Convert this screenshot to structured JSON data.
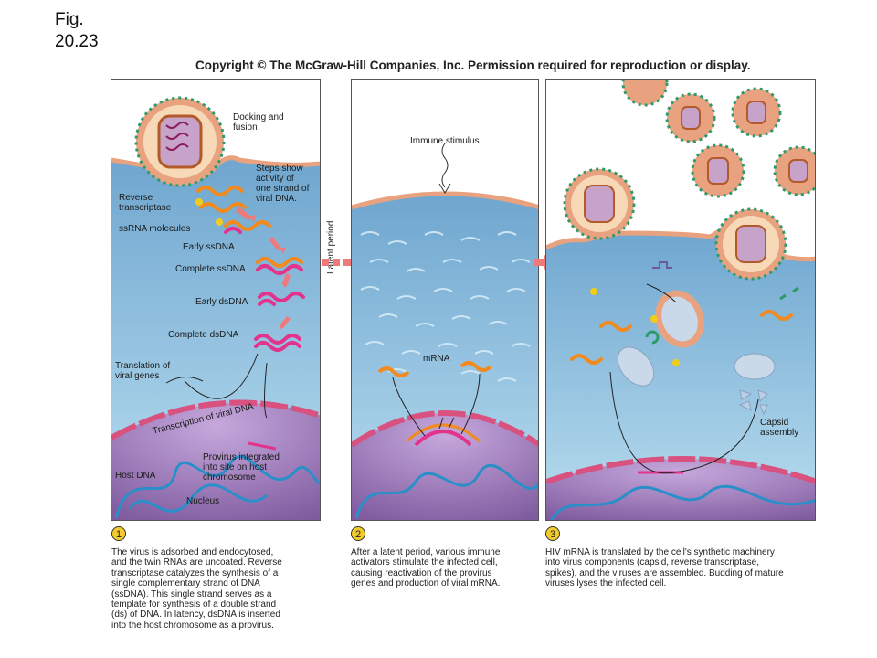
{
  "figure": {
    "label_line1": "Fig.",
    "label_line2": "20.23"
  },
  "copyright": "Copyright © The McGraw-Hill Companies, Inc. Permission required for reproduction or display.",
  "colors": {
    "cytoplasm": "#a9d7ea",
    "nucleus": "#9b79b8",
    "membrane": "#e89a8a",
    "rna": "#f28a1e",
    "dna": "#e3338d",
    "host_dna": "#2a8fc9",
    "arrow": "#f07a7a",
    "step_circle": "#f3cc2c"
  },
  "panel1": {
    "labels": {
      "docking": "Docking and\nfusion",
      "steps": "Steps show\nactivity of\none strand of\nviral DNA.",
      "reverse": "Reverse\ntranscriptase",
      "ssrna": "ssRNA molecules",
      "early_ssdna": "Early ssDNA",
      "complete_ssdna": "Complete ssDNA",
      "early_dsdna": "Early dsDNA",
      "complete_dsdna": "Complete dsDNA",
      "translation": "Translation of\nviral genes",
      "transcription": "Transcription of viral DNA",
      "provirus": "Provirus integrated\ninto site on host\nchromosome",
      "host_dna": "Host DNA",
      "nucleus": "Nucleus"
    }
  },
  "panel2": {
    "labels": {
      "immune": "Immune stimulus",
      "mrna": "mRNA"
    }
  },
  "panel3": {
    "labels": {
      "capsid": "Capsid\nassembly"
    }
  },
  "latent_period": "Latent period",
  "steps": [
    {
      "num": "1",
      "text": "The virus is adsorbed and endocytosed,\nand the twin RNAs are uncoated. Reverse\ntranscriptase catalyzes the synthesis of a\nsingle complementary strand of DNA\n(ssDNA). This single strand serves as a\ntemplate for synthesis of a double strand\n(ds) of DNA. In latency, dsDNA is inserted\ninto the host chromosome as a provirus."
    },
    {
      "num": "2",
      "text": "After a latent period, various immune\nactivators stimulate the infected cell,\ncausing reactivation of the provirus\ngenes and production of viral mRNA."
    },
    {
      "num": "3",
      "text": "HIV mRNA is translated by the cell's synthetic machinery\ninto virus components (capsid, reverse transcriptase,\nspikes), and the viruses are assembled. Budding of mature\nviruses lyses the infected cell."
    }
  ]
}
